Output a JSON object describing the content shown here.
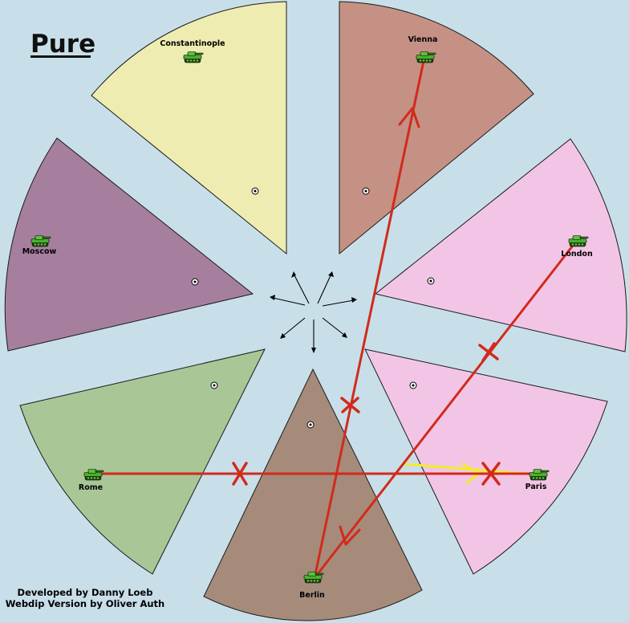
{
  "map": {
    "title": "Pure",
    "credits": [
      "Developed by Danny Loeb",
      "Webdip Version by Oliver Auth"
    ]
  },
  "colors": {
    "ocean": "#c8dfe9",
    "constantinople": "#eeecb0",
    "vienna": "#c49184",
    "london": "#f2c5e6",
    "paris": "#f2c5e6",
    "berlin": "#a68b7b",
    "rome": "#a9c697",
    "moscow": "#a67f9f",
    "order_red": "#d22a1b",
    "retreat_yellow": "#f1ee25",
    "tank_green": "#4caf2f"
  },
  "territories": [
    {
      "id": "constantinople",
      "name": "Constantinople",
      "supply_center": true,
      "unit": "army"
    },
    {
      "id": "vienna",
      "name": "Vienna",
      "supply_center": true,
      "unit": "army"
    },
    {
      "id": "london",
      "name": "London",
      "supply_center": true,
      "unit": "army"
    },
    {
      "id": "paris",
      "name": "Paris",
      "supply_center": true,
      "unit": "army"
    },
    {
      "id": "berlin",
      "name": "Berlin",
      "supply_center": true,
      "unit": "army"
    },
    {
      "id": "rome",
      "name": "Rome",
      "supply_center": true,
      "unit": "army"
    },
    {
      "id": "moscow",
      "name": "Moscow",
      "supply_center": true,
      "unit": "army"
    }
  ],
  "orders": [
    {
      "unit": "Berlin",
      "type": "move",
      "target": "Vienna",
      "result": "failed"
    },
    {
      "unit": "London",
      "type": "move",
      "target": "Berlin",
      "result": "failed"
    },
    {
      "unit": "Rome",
      "type": "move",
      "target": "Paris",
      "result": "failed"
    },
    {
      "unit": "Paris",
      "type": "move",
      "target": "Rome",
      "result": "failed"
    }
  ],
  "icons": {
    "unit": "tank-icon",
    "supply_center": "supply-center-icon",
    "failed_order": "x-mark-icon",
    "compass": "center-arrow-icon"
  }
}
